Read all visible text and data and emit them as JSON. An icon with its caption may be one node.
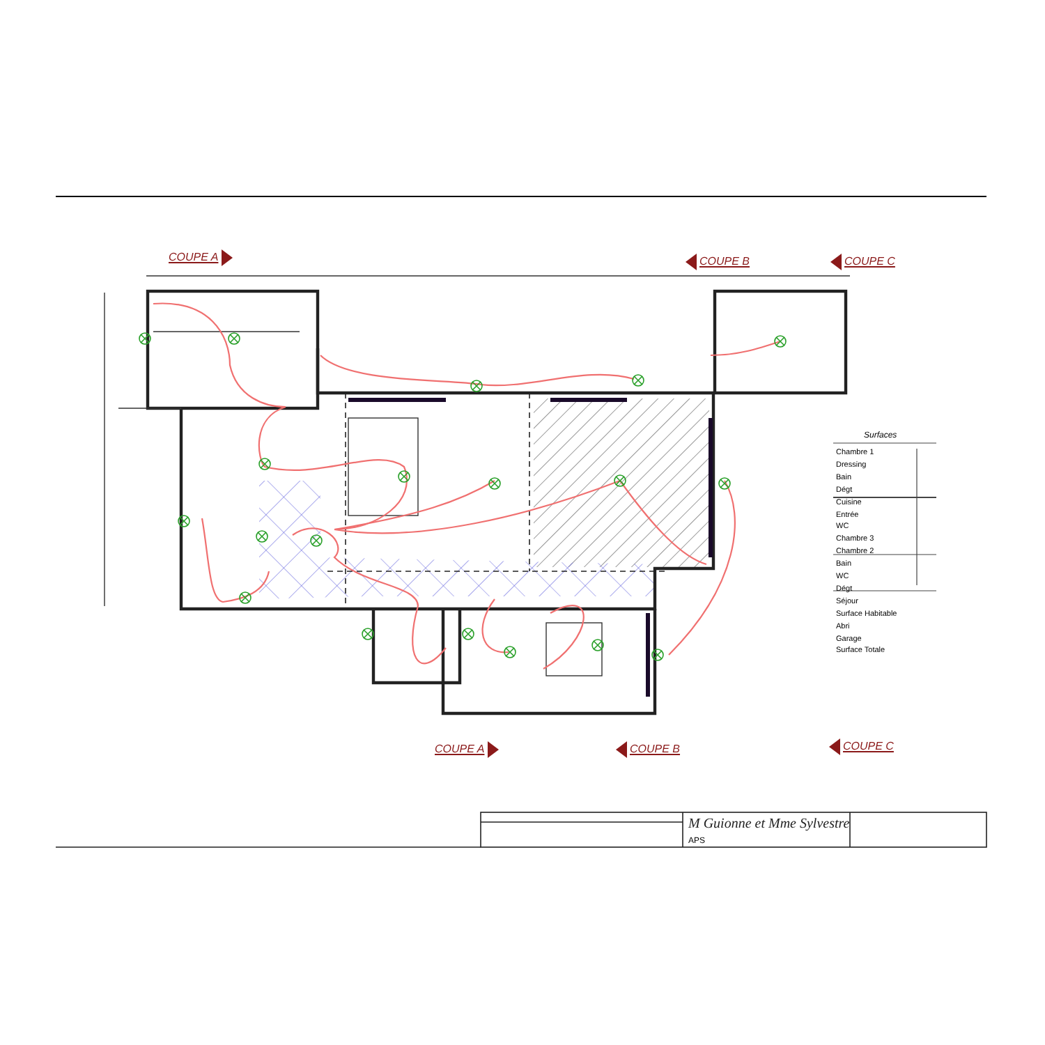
{
  "diagram": {
    "labels": [
      "COUPE A",
      "COUPE B",
      "COUPE C",
      "Surfaces",
      "Chambre 1",
      "Dressing",
      "Bain",
      "Dégt",
      "Cuisine",
      "Entrée",
      "WC",
      "Chambre 3",
      "Chambre 2",
      "Bain",
      "WC",
      "Dégt",
      "Séjour",
      "Surface Habitable",
      "Abri",
      "Garage",
      "Surface Totale",
      "COUPE A",
      "COUPE B",
      "COUPE C",
      "M Guionne et Mme Sylvestre",
      "APS"
    ]
  }
}
